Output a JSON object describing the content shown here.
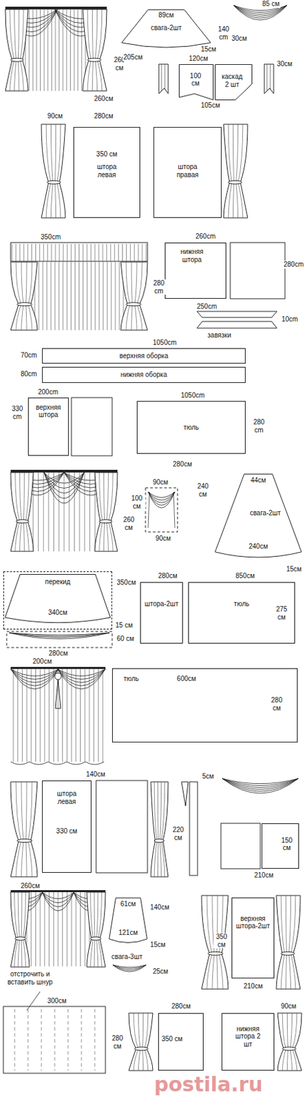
{
  "diagram": {
    "nodes": [
      {
        "text": [
          "89см",
          "свага-2шт"
        ]
      },
      {
        "text": [
          "100 см"
        ]
      },
      {
        "text": [
          "каскад 2 шт"
        ]
      },
      {
        "text": [
          "350 см",
          "штора левая"
        ]
      },
      {
        "text": [
          "штора правая"
        ]
      },
      {
        "text": [
          "нижняя штора"
        ]
      },
      {
        "text": [
          "верхняя оборка"
        ]
      },
      {
        "text": [
          "нижняя оборка"
        ]
      },
      {
        "text": [
          "верхняя штора"
        ]
      },
      {
        "text": [
          "тюль"
        ]
      },
      {
        "text": [
          "44см",
          "свага-2шт",
          "240см"
        ]
      },
      {
        "text": [
          "перекид",
          "340см"
        ]
      },
      {
        "text": [
          "штора-2шт"
        ]
      },
      {
        "text": [
          "тюль",
          "275 см"
        ]
      },
      {
        "text": [
          "тюль",
          "600см",
          "280 см"
        ]
      },
      {
        "text": [
          "штора левая",
          "330 см"
        ]
      },
      {
        "text": [
          "150 см"
        ]
      },
      {
        "text": [
          "61см",
          "121см"
        ]
      },
      {
        "text": [
          "верхняя штора-2шт"
        ]
      },
      {
        "text": [
          "350 см"
        ]
      },
      {
        "text": [
          "нижняя штора 2 шт"
        ]
      }
    ],
    "labels": [
      "260 см",
      "260см",
      "140 cm",
      "205см",
      "15см",
      "85 см",
      "30см",
      "120см",
      "30см",
      "105см",
      "90см",
      "280см",
      "350cm",
      "280 cm",
      "260cm",
      "280cm",
      "250cm",
      "10cm",
      "завязки",
      "1050cm",
      "70cm",
      "80cm",
      "200cm",
      "330 cm",
      "1050cm",
      "280 cm",
      "280см",
      "90см",
      "100 см",
      "260 см",
      "240 см",
      "90см",
      "15см",
      "350см",
      "15 см",
      "280см",
      "850см",
      "60 см",
      "280см",
      "200см",
      "140см",
      "5см",
      "220 см",
      "210см",
      "260см",
      "140см",
      "15см",
      "свага-3шт",
      "25см",
      "отстрочить и вставить шнур",
      "350 см",
      "210см",
      "300см",
      "280 см",
      "280см",
      "90см",
      "postila.ru"
    ]
  }
}
